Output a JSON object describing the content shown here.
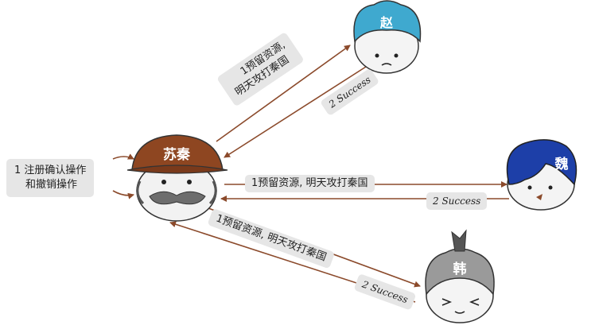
{
  "characters": {
    "suqin": "苏秦",
    "zhao": "赵",
    "wei": "魏",
    "han": "韩"
  },
  "left_note": {
    "line1": "1 注册确认操作",
    "line2": "和撤销操作"
  },
  "messages": {
    "zhao_request_line1": "1预留资源,",
    "zhao_request_line2": "明天攻打秦国",
    "zhao_reply": "2 Success",
    "wei_request": "1预留资源, 明天攻打秦国",
    "wei_reply": "2 Success",
    "han_request_line1": "1预留资源, 明天攻打秦国",
    "han_reply": "2 Success"
  },
  "colors": {
    "arrow": "#8b4a2b",
    "label_bg": "#e6e6e6",
    "suqin_hat": "#8e4621",
    "zhao_hair": "#3fa9cf",
    "wei_hair": "#1d3fa8",
    "han_hair": "#9a9a9a"
  }
}
